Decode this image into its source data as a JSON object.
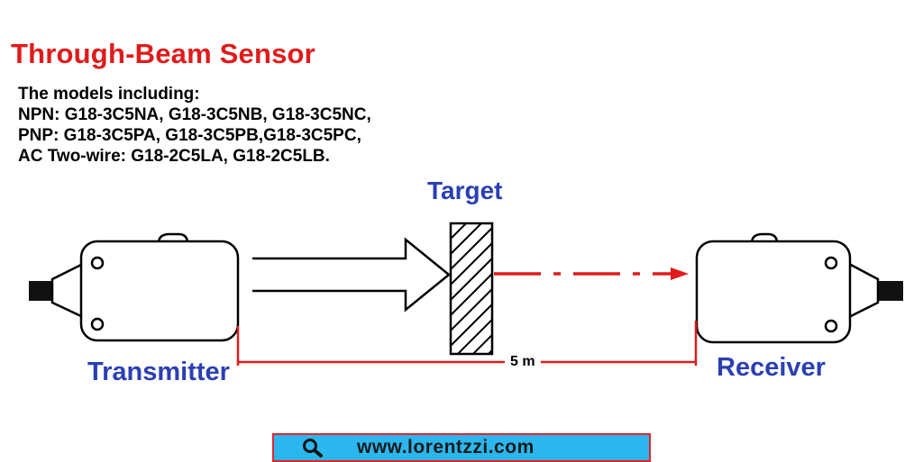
{
  "title": "Through-Beam Sensor",
  "models": {
    "heading": "The models including:",
    "lines": [
      "NPN: G18-3C5NA, G18-3C5NB, G18-3C5NC,",
      "PNP: G18-3C5PA, G18-3C5PB,G18-3C5PC,",
      "AC Two-wire: G18-2C5LA, G18-2C5LB."
    ]
  },
  "labels": {
    "target": "Target",
    "transmitter": "Transmitter",
    "receiver": "Receiver",
    "distance": "5 m"
  },
  "footer": {
    "url": "www.lorentzzi.com",
    "icon": "search-icon"
  },
  "colors": {
    "title": "#e01b1b",
    "label": "#2b3fb3",
    "beam": "#e01b1b",
    "footer_bg": "#2bb6ee",
    "footer_border": "#e0252b"
  }
}
